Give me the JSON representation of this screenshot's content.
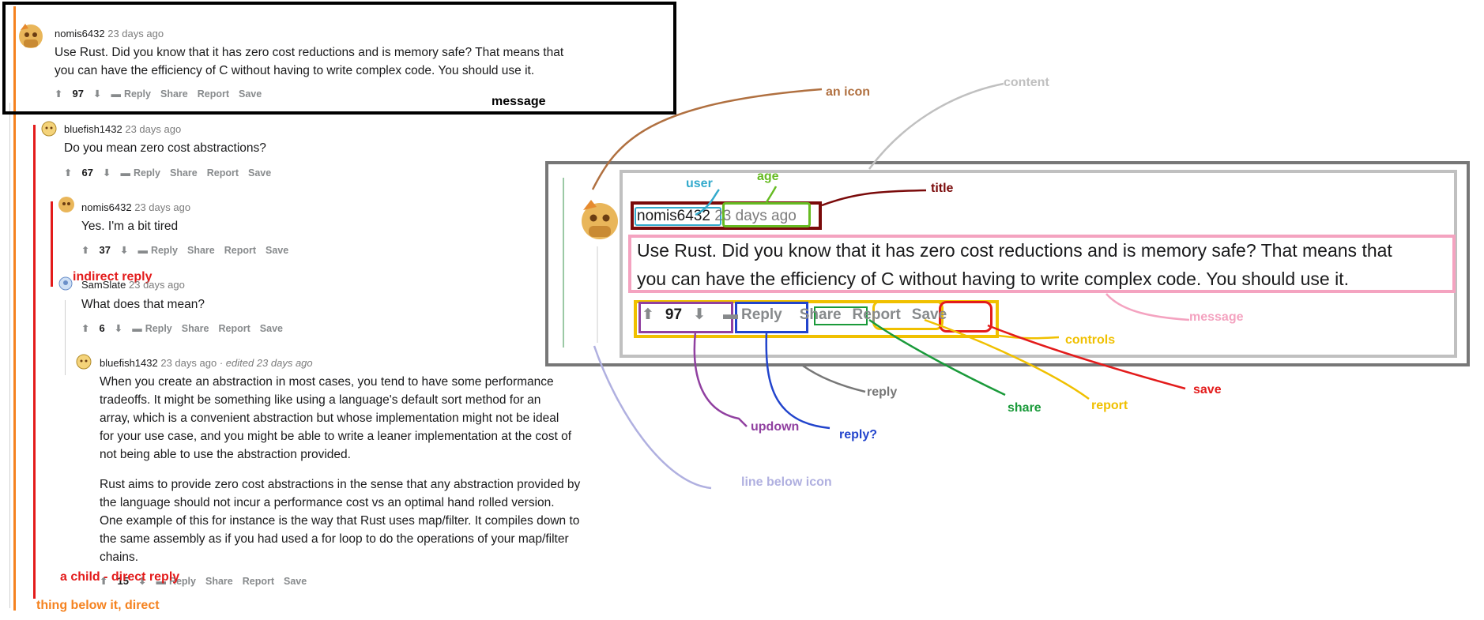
{
  "comments": [
    {
      "user": "nomis6432",
      "age": "23 days ago",
      "body": [
        "Use Rust. Did you know that it has zero cost reductions and is memory safe? That means that",
        "you can have the efficiency of C without having to write complex code. You should use it."
      ],
      "score": "97"
    },
    {
      "user": "bluefish1432",
      "age": "23 days ago",
      "body": [
        "Do you mean zero cost abstractions?"
      ],
      "score": "67"
    },
    {
      "user": "nomis6432",
      "age": "23 days ago",
      "body": [
        "Yes. I'm a bit tired"
      ],
      "score": "37"
    },
    {
      "user": "SamSlate",
      "age": "23 days ago",
      "body": [
        "What does that mean?"
      ],
      "score": "6"
    },
    {
      "user": "bluefish1432",
      "age": "23 days ago",
      "edited": "· edited 23 days ago",
      "body_p1": [
        "When you create an abstraction in most cases, you tend to have some performance",
        "tradeoffs. It might be something like using a language's default sort method for an",
        "array, which is a convenient abstraction but whose implementation might not be ideal",
        "for your use case, and you might be able to write a leaner implementation at the cost of",
        "not being able to use the abstraction provided."
      ],
      "body_p2": [
        "Rust aims to provide zero cost abstractions in the sense that any abstraction provided by",
        "the language should not incur a performance cost vs an optimal hand rolled version.",
        "One example of this for instance is the way that Rust uses map/filter. It compiles down to",
        "the same assembly as if you had used a for loop to do the operations of your map/filter",
        "chains."
      ],
      "score": "15"
    }
  ],
  "controls": {
    "reply": "Reply",
    "share": "Share",
    "report": "Report",
    "save": "Save"
  },
  "zoom": {
    "user": "nomis6432",
    "age": "23 days ago",
    "body": [
      "Use Rust. Did you know that it has zero cost reductions and is memory safe? That means that",
      "you can have the efficiency of C without having to write complex code. You should use it."
    ],
    "score": "97"
  },
  "annotations": {
    "message_top": "message",
    "indirect_reply": "indirect reply",
    "child_direct_reply": "a child - direct reply",
    "thing_below": "thing below it, direct",
    "an_icon": "an icon",
    "content": "content",
    "user": "user",
    "age": "age",
    "title": "title",
    "message": "message",
    "controls": "controls",
    "reply": "reply",
    "share": "share",
    "report": "report",
    "save": "save",
    "updown": "updown",
    "reply_q": "reply?",
    "line_below_icon": "line below icon"
  },
  "colors": {
    "black": "#000000",
    "orange": "#f5821f",
    "red": "#e31b1b",
    "brown": "#b07040",
    "grey": "#777777",
    "lightgrey": "#c0c0c0",
    "cyan": "#33aacc",
    "green_age": "#66bb22",
    "maroon": "#7a0a0a",
    "pink": "#f4a3c0",
    "yellow": "#f0c000",
    "purple": "#9040a0",
    "blue": "#2244cc",
    "green": "#1a9a3a",
    "lavender": "#b0b0e0"
  }
}
